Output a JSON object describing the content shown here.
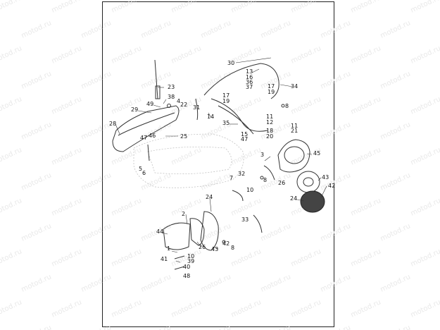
{
  "watermark": "motod.ru",
  "labels": [
    "30",
    "13",
    "16",
    "36",
    "37",
    "34",
    "17",
    "19",
    "23",
    "38",
    "4",
    "22",
    "49",
    "29",
    "31",
    "14",
    "17",
    "19",
    "8",
    "11",
    "12",
    "11",
    "21",
    "18",
    "20",
    "28",
    "25",
    "35",
    "15",
    "47",
    "46",
    "47",
    "3",
    "45",
    "5",
    "6",
    "32",
    "8",
    "7",
    "43",
    "26",
    "42",
    "10",
    "24",
    "24",
    "2",
    "33",
    "44",
    "26",
    "43",
    "42",
    "8",
    "1",
    "10",
    "39",
    "41",
    "40",
    "48"
  ]
}
